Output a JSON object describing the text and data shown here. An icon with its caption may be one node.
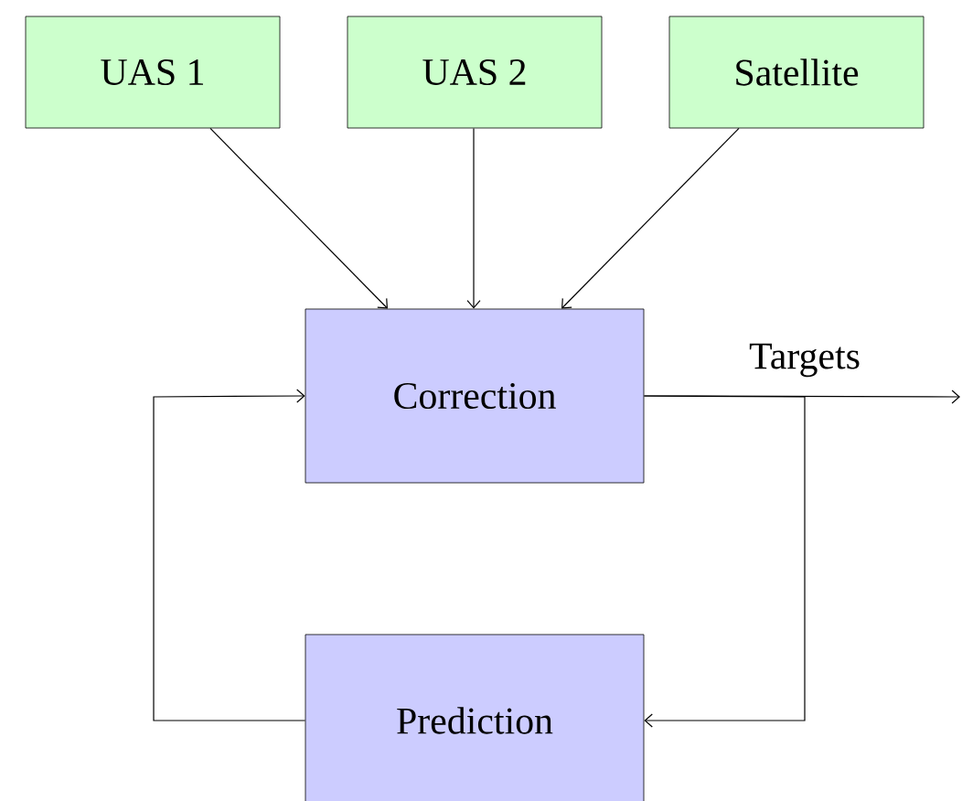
{
  "diagram": {
    "nodes": [
      {
        "text": [
          "UAS 1"
        ]
      },
      {
        "text": [
          "UAS 2"
        ]
      },
      {
        "text": [
          "Satellite"
        ]
      },
      {
        "text": [
          "Correction"
        ]
      },
      {
        "text": [
          "Prediction"
        ]
      }
    ],
    "edges": [
      {
        "from": 0,
        "to": 3,
        "arrow": "to"
      },
      {
        "from": 1,
        "to": 3,
        "arrow": "to"
      },
      {
        "from": 2,
        "to": 3,
        "arrow": "to"
      },
      {
        "from": 3,
        "to": null,
        "arrow": "to",
        "label": "Targets"
      },
      {
        "from": 3,
        "to": 4,
        "arrow": "to"
      },
      {
        "from": 4,
        "to": 3,
        "arrow": "to"
      }
    ]
  }
}
